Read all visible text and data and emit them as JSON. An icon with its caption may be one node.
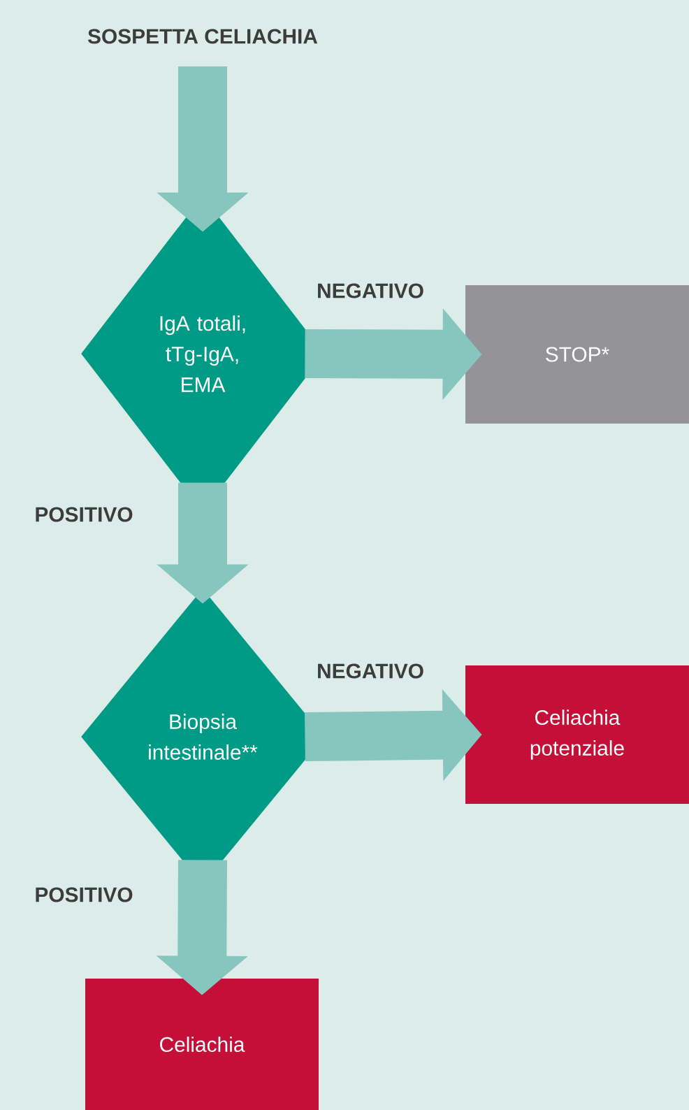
{
  "diagram": {
    "nodes": [
      {
        "text": [
          "SOSPETTA CELIACHIA"
        ]
      },
      {
        "text": [
          "IgA totali, tTg-IgA, EMA"
        ]
      },
      {
        "text": [
          "STOP*"
        ]
      },
      {
        "text": [
          "Biopsia intestinale**"
        ]
      },
      {
        "text": [
          "Celiachia potenziale"
        ]
      },
      {
        "text": [
          "Celiachia"
        ]
      }
    ],
    "edges": [
      {
        "from": 0,
        "to": 1,
        "arrow": "to"
      },
      {
        "from": 1,
        "to": 2,
        "arrow": "to",
        "label": "NEGATIVO"
      },
      {
        "from": 1,
        "to": 3,
        "arrow": "to",
        "label": "POSITIVO"
      },
      {
        "from": 3,
        "to": 4,
        "arrow": "to",
        "label": "NEGATIVO"
      },
      {
        "from": 3,
        "to": 5,
        "arrow": "to",
        "label": "POSITIVO"
      }
    ]
  }
}
